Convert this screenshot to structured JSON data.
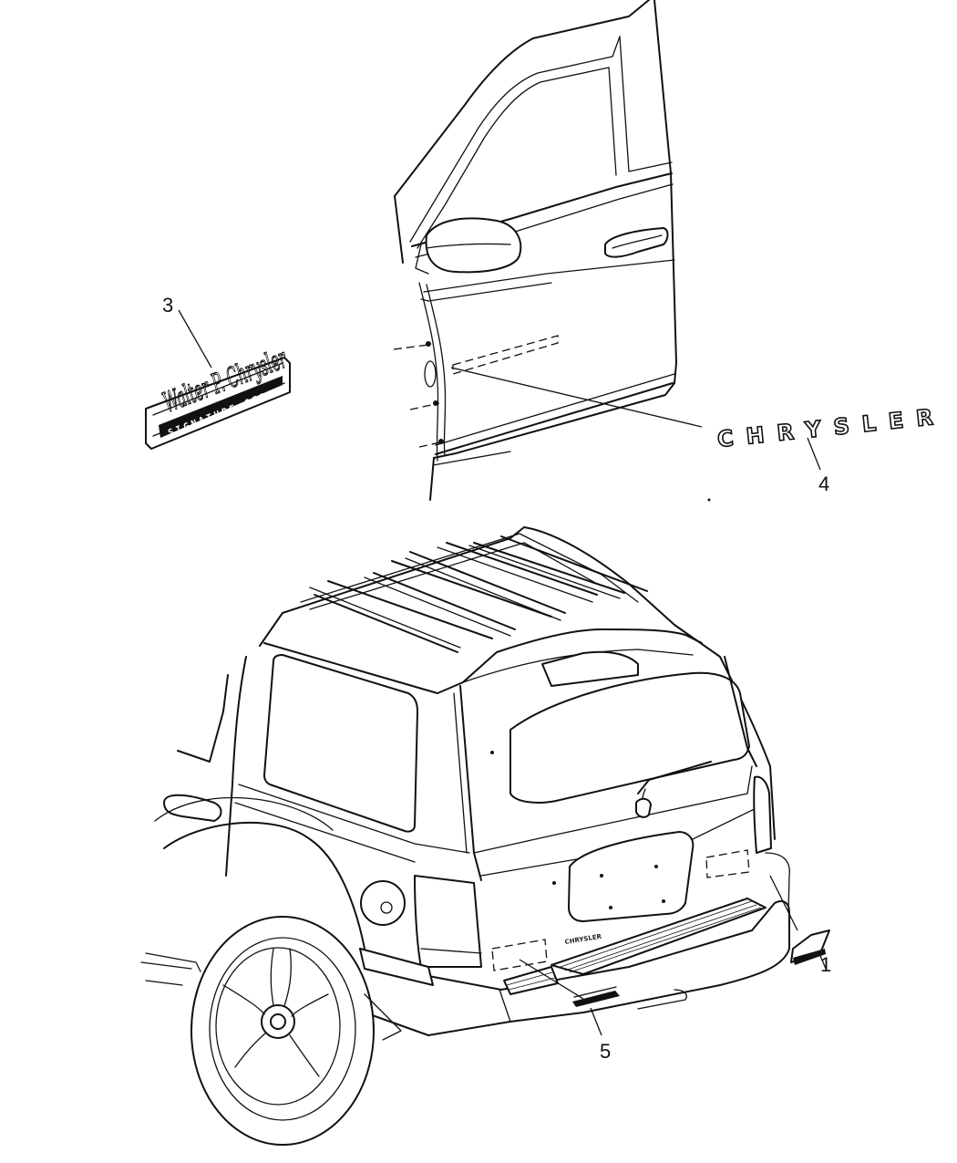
{
  "callouts": {
    "c1": "1",
    "c3": "3",
    "c4": "4",
    "c5": "5"
  },
  "nameplates": {
    "door_script": "CHRYSLER",
    "signature_script": "Walter P. Chrysler",
    "signature_banner": "SIGNATURE SERIES",
    "liftgate_plate": "CHRYSLER"
  },
  "colors": {
    "line": "#111111",
    "background": "#ffffff"
  }
}
